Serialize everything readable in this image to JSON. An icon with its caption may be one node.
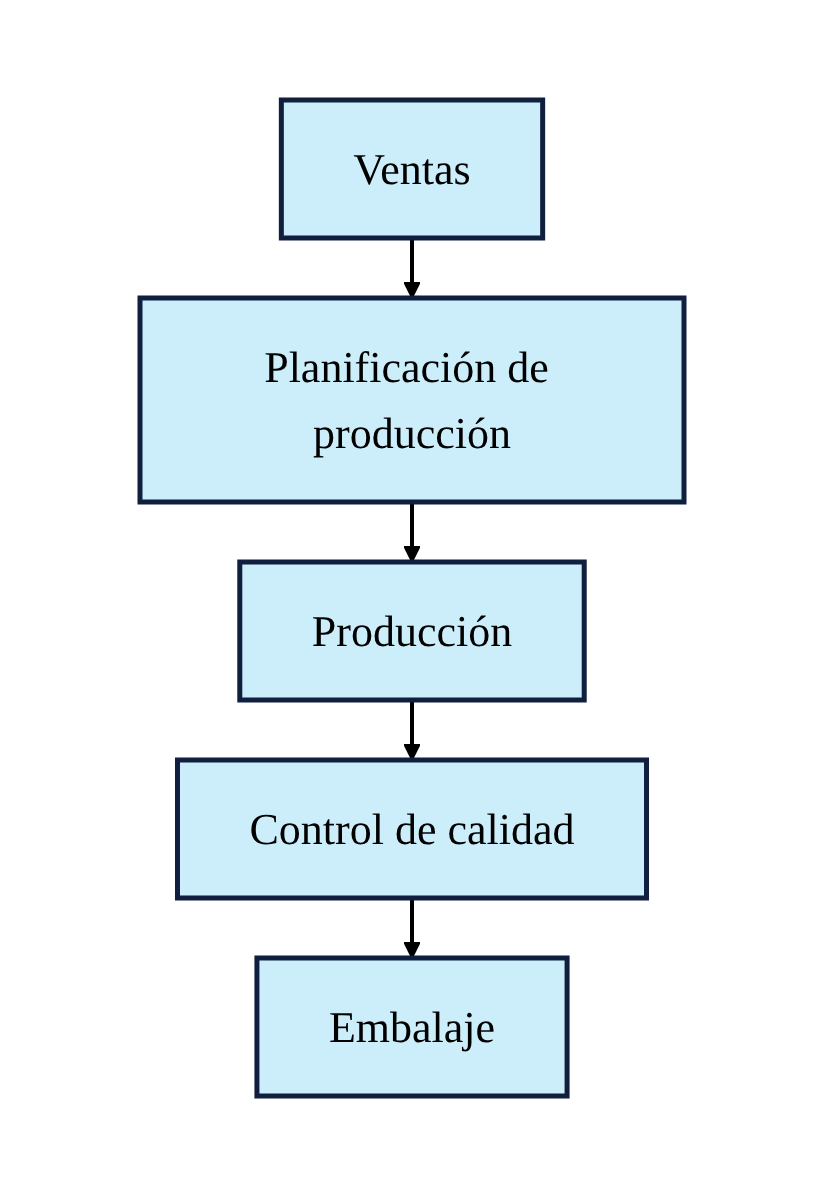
{
  "diagram": {
    "nodes": [
      {
        "text": [
          "Ventas"
        ]
      },
      {
        "text": [
          "Planificación de producción"
        ]
      },
      {
        "text": [
          "Producción"
        ]
      },
      {
        "text": [
          "Control de calidad"
        ]
      },
      {
        "text": [
          "Embalaje"
        ]
      }
    ],
    "edges": [
      {
        "from": 0,
        "to": 1,
        "arrow": "to"
      },
      {
        "from": 1,
        "to": 2,
        "arrow": "to"
      },
      {
        "from": 2,
        "to": 3,
        "arrow": "to"
      },
      {
        "from": 3,
        "to": 4,
        "arrow": "to"
      }
    ]
  }
}
